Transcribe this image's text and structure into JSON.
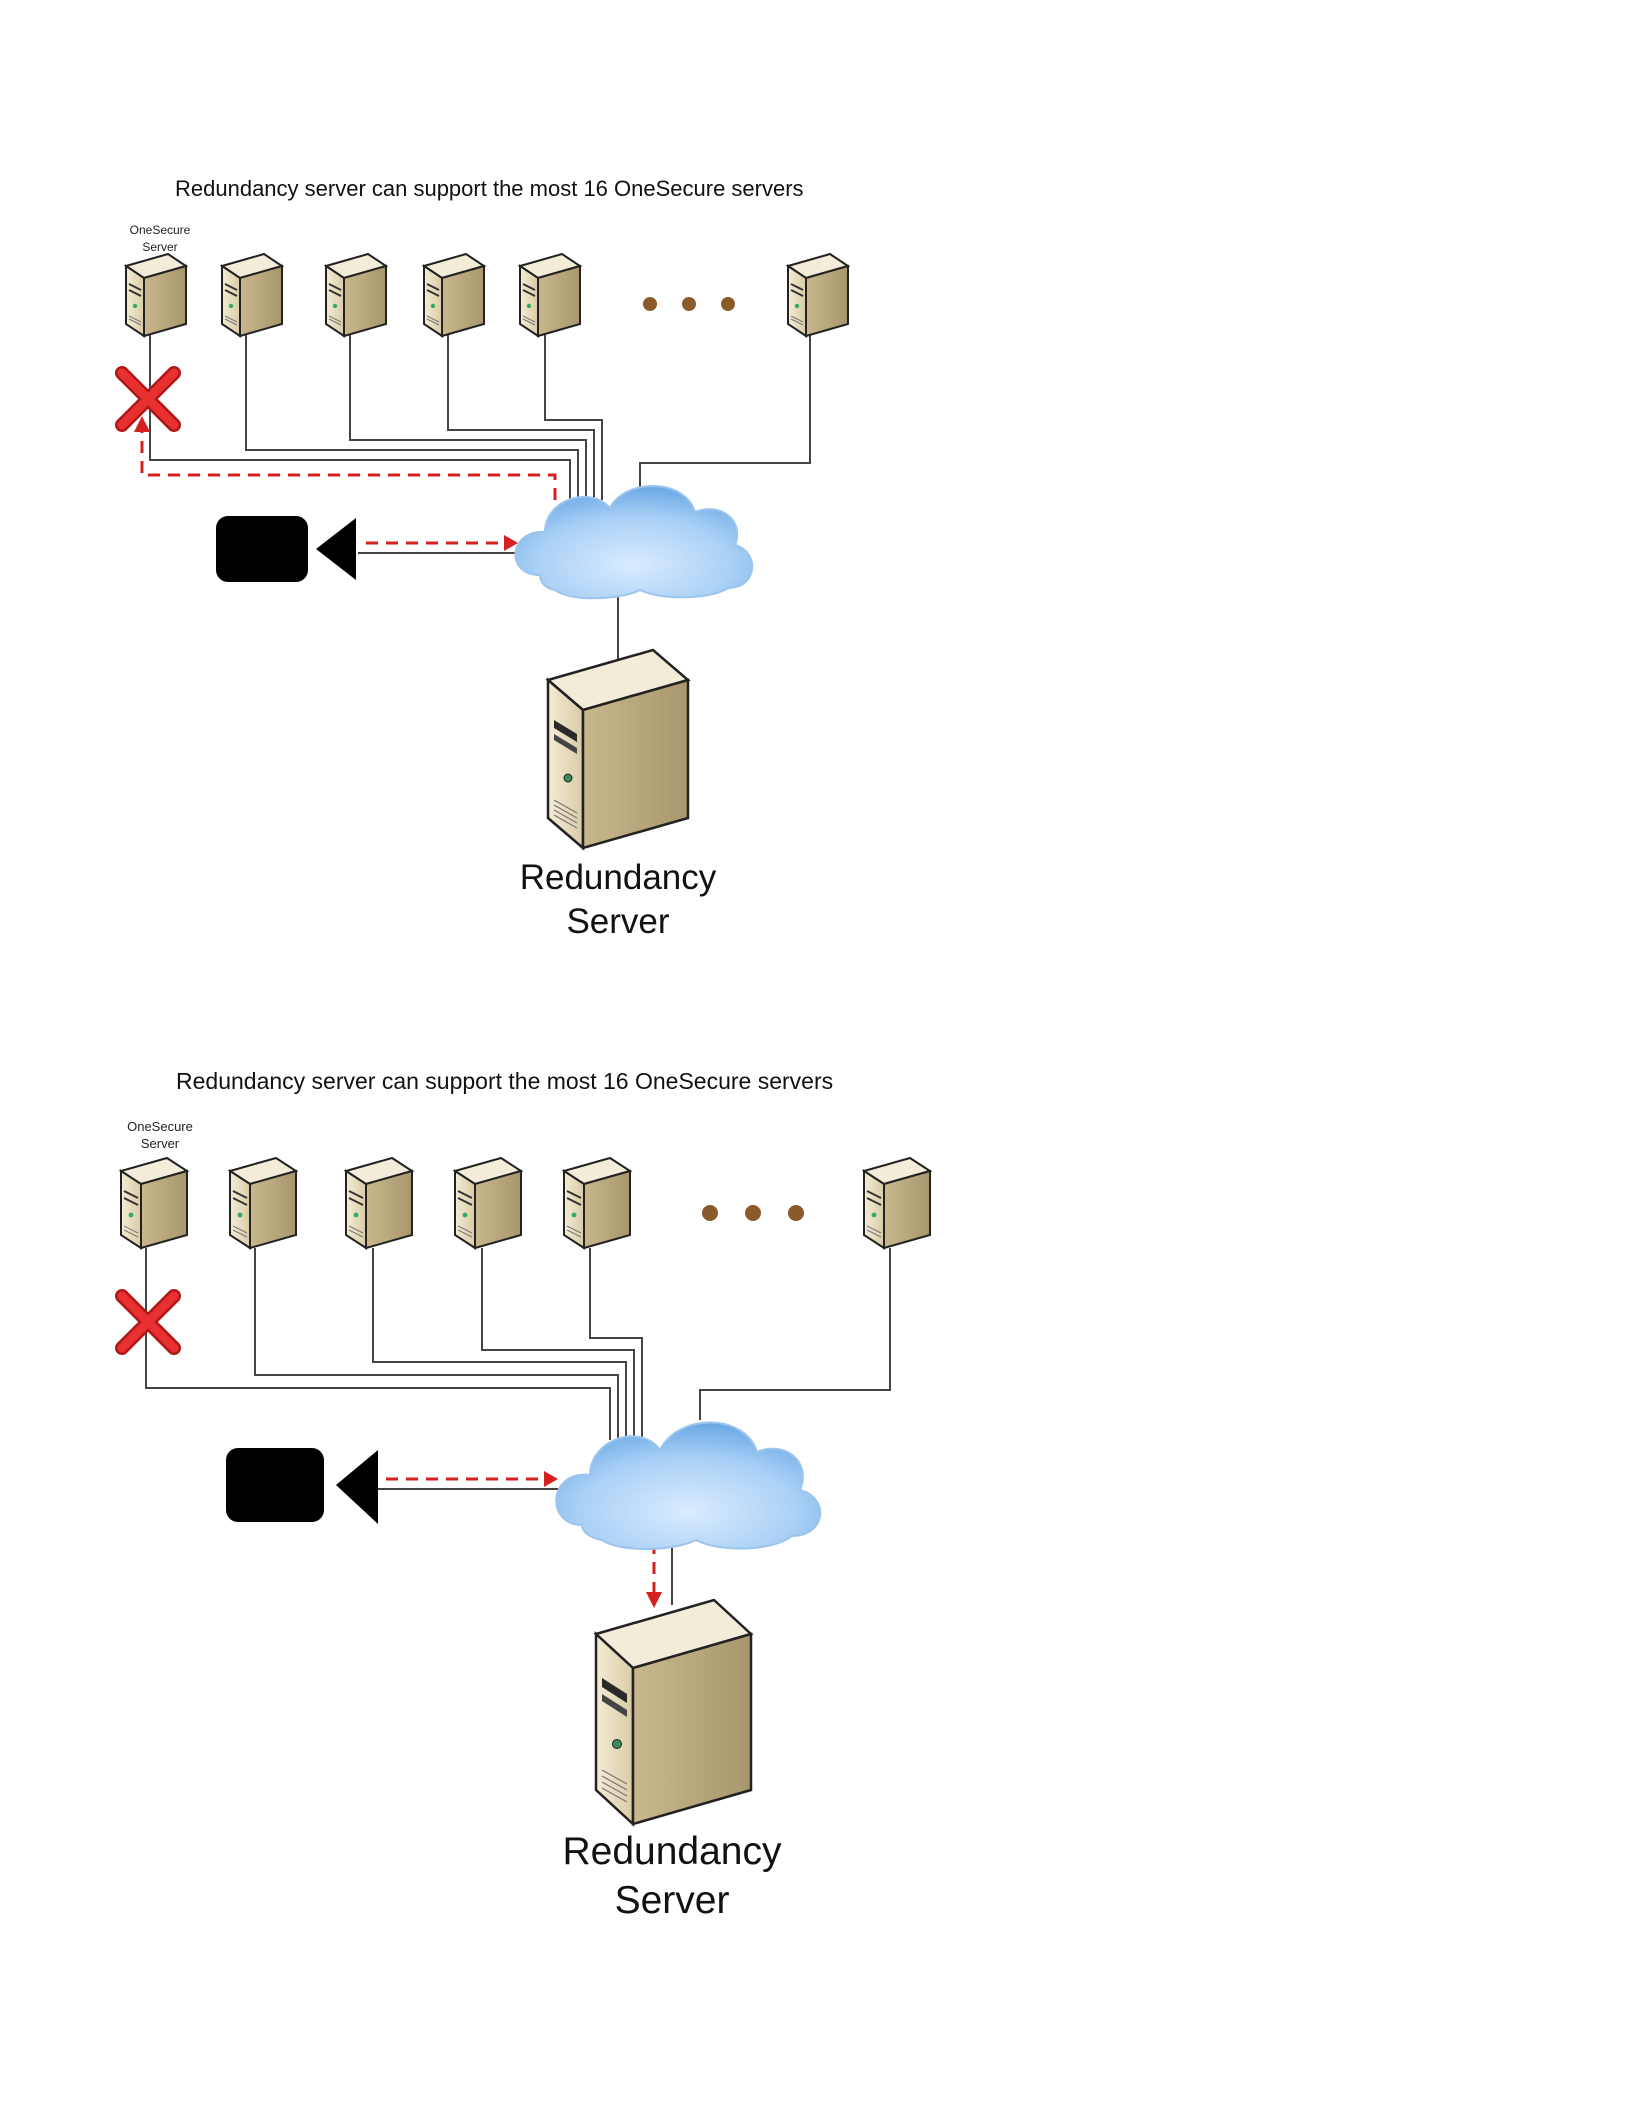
{
  "diagrams": [
    {
      "title": "Redundancy server can support the most 16 OneSecure servers",
      "server_caption_line1": "OneSecure",
      "server_caption_line2": "Server",
      "redundancy_label_line1": "Redundancy",
      "redundancy_label_line2": "Server",
      "server_count_shown": 6,
      "failed_server": 1,
      "ellipsis": "• • •",
      "icons": [
        "server-icon",
        "failure-x-icon",
        "video-camera-icon",
        "network-cloud-icon",
        "redundancy-server-icon"
      ]
    },
    {
      "title": "Redundancy server can support the most 16 OneSecure servers",
      "server_caption_line1": "OneSecure",
      "server_caption_line2": "Server",
      "redundancy_label_line1": "Redundancy",
      "redundancy_label_line2": "Server",
      "server_count_shown": 6,
      "failed_server": 1,
      "ellipsis": "• • •",
      "icons": [
        "server-icon",
        "failure-x-icon",
        "video-camera-icon",
        "network-cloud-icon",
        "redundancy-server-icon"
      ]
    }
  ],
  "colors": {
    "link_line": "#444444",
    "failover_arrow": "#d42020",
    "failure_x": "#e02424",
    "camera": "#000000",
    "ellipsis_dot": "#8a5a2b",
    "server_light": "#efe6cf",
    "server_dark": "#b6a47c"
  }
}
